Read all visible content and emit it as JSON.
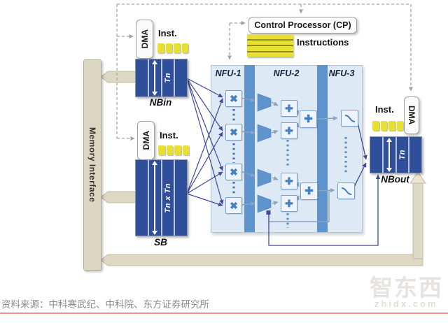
{
  "diagram": {
    "cp_label": "Control Processor (CP)",
    "instructions_label": "Instructions",
    "memory_interface_label": "Memory Interface",
    "dma_top": {
      "label": "DMA",
      "inst_label": "Inst."
    },
    "dma_bottom": {
      "label": "DMA",
      "inst_label": "Inst."
    },
    "dma_right": {
      "label": "DMA",
      "inst_label": "Inst."
    },
    "buffers": {
      "nbin": {
        "label": "NBin",
        "size_label": "Tn"
      },
      "sb": {
        "label": "SB",
        "size_label": "Tn x Tn"
      },
      "nbout": {
        "label": "NBout",
        "size_label": "Tn"
      }
    },
    "nfu": {
      "stages": [
        {
          "label": "NFU-1"
        },
        {
          "label": "NFU-2"
        },
        {
          "label": "NFU-3"
        }
      ]
    },
    "icons": {
      "multiplier": "✖",
      "adder": "✚"
    },
    "colors": {
      "buffer_navy": "#2f4f9b",
      "nfu_panel": "#dde9f4",
      "nfu_bar": "#5e93cd",
      "instruction_yellow": "#e7df32",
      "memory_beige": "#dcd7c2",
      "wire_dark": "#3d4a9a",
      "wire_steel": "#8aa3bf",
      "footer_rule_red": "#f2948c"
    }
  },
  "footer": {
    "source_text": "资料来源：中科寒武纪、中科院、东方证券研究所"
  },
  "watermark": {
    "logo_text": "智东西",
    "domain_text": "zhidx.com"
  }
}
